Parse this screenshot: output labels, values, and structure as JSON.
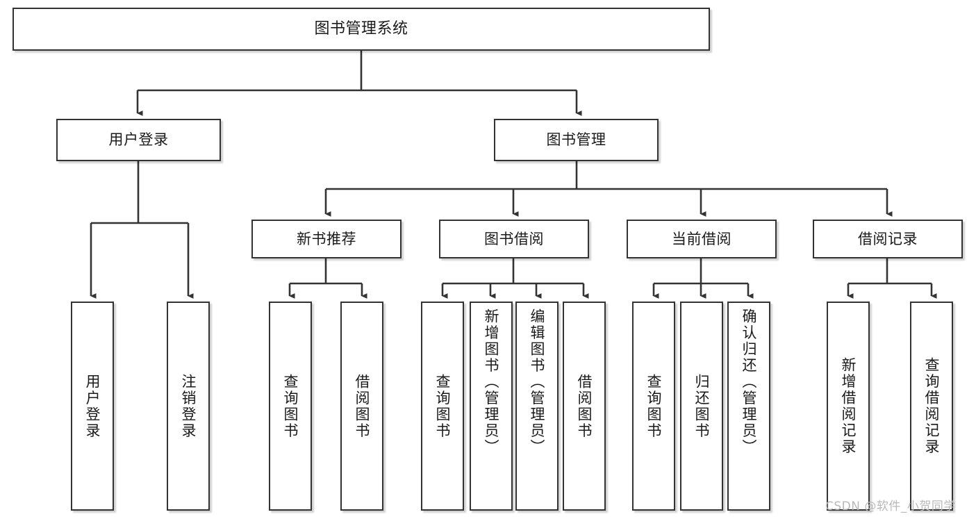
{
  "diagram": {
    "type": "tree",
    "title": "图书管理系统",
    "watermark": "CSDN @软件_小贺同学",
    "colors": {
      "background": "#ffffff",
      "node_fill": "#ffffff",
      "node_border": "#333333",
      "edge": "#333333",
      "text": "#1a1a1a",
      "watermark": "#b9b9b9"
    },
    "nodes": {
      "root": {
        "label": "图书管理系统",
        "level": 0
      },
      "l1": [
        {
          "id": "user_login",
          "label": "用户登录",
          "level": 1
        },
        {
          "id": "book_manage",
          "label": "图书管理",
          "level": 1
        }
      ],
      "l2": [
        {
          "id": "new_book_rec",
          "label": "新书推荐",
          "level": 2,
          "parent": "book_manage"
        },
        {
          "id": "book_borrow",
          "label": "图书借阅",
          "level": 2,
          "parent": "book_manage"
        },
        {
          "id": "current_borrow",
          "label": "当前借阅",
          "level": 2,
          "parent": "book_manage"
        },
        {
          "id": "borrow_record",
          "label": "借阅记录",
          "level": 2,
          "parent": "book_manage"
        }
      ],
      "leaves": [
        {
          "id": "leaf_user_login",
          "label": "用户登录",
          "parent": "user_login",
          "vertical": true
        },
        {
          "id": "leaf_user_logout",
          "label": "注销登录",
          "parent": "user_login",
          "vertical": true
        },
        {
          "id": "leaf_query_book_1",
          "label": "查询图书",
          "parent": "new_book_rec",
          "vertical": true
        },
        {
          "id": "leaf_borrow_book_1",
          "label": "借阅图书",
          "parent": "new_book_rec",
          "vertical": true
        },
        {
          "id": "leaf_query_book_2",
          "label": "查询图书",
          "parent": "book_borrow",
          "vertical": true
        },
        {
          "id": "leaf_add_book",
          "label": "新增图书（管理员）",
          "parent": "book_borrow",
          "vertical": true
        },
        {
          "id": "leaf_edit_book",
          "label": "编辑图书（管理员）",
          "parent": "book_borrow",
          "vertical": true
        },
        {
          "id": "leaf_borrow_book_2",
          "label": "借阅图书",
          "parent": "book_borrow",
          "vertical": true
        },
        {
          "id": "leaf_query_book_3",
          "label": "查询图书",
          "parent": "current_borrow",
          "vertical": true
        },
        {
          "id": "leaf_return_book",
          "label": "归还图书",
          "parent": "current_borrow",
          "vertical": true
        },
        {
          "id": "leaf_confirm_return",
          "label": "确认归还（管理员）",
          "parent": "current_borrow",
          "vertical": true
        },
        {
          "id": "leaf_add_record",
          "label": "新增借阅记录",
          "parent": "borrow_record",
          "vertical": true
        },
        {
          "id": "leaf_query_record",
          "label": "查询借阅记录",
          "parent": "borrow_record",
          "vertical": true
        }
      ]
    }
  }
}
